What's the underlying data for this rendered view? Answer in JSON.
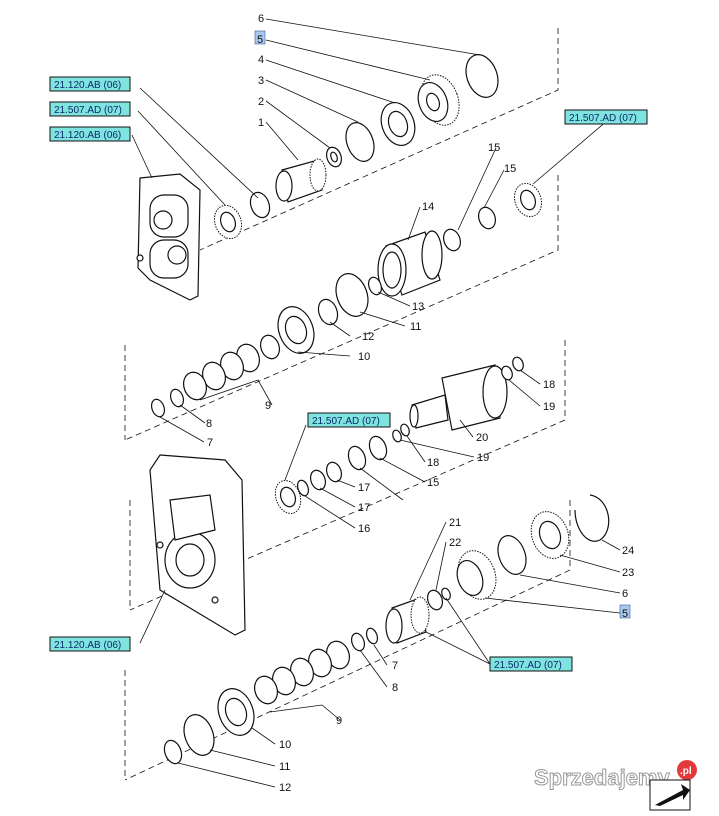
{
  "callouts": [
    "6",
    "5",
    "4",
    "3",
    "2",
    "1",
    "15",
    "15",
    "14",
    "13",
    "12",
    "11",
    "10",
    "9",
    "8",
    "7",
    "18",
    "19",
    "20",
    "18",
    "19",
    "17",
    "17",
    "15",
    "16",
    "21",
    "22",
    "24",
    "23",
    "6",
    "5",
    "7",
    "8",
    "9",
    "10",
    "11",
    "12"
  ],
  "refs": [
    "21.120.AB (06)",
    "21.507.AD (07)",
    "21.120.AB (06)",
    "21.507.AD (07)",
    "21.507.AD (07)",
    "21.120.AB (06)",
    "21.507.AD (07)"
  ],
  "watermark": {
    "brand": "Sprzedajemy",
    "suffix": ".pl",
    "brand_color": "#e23a3a"
  }
}
